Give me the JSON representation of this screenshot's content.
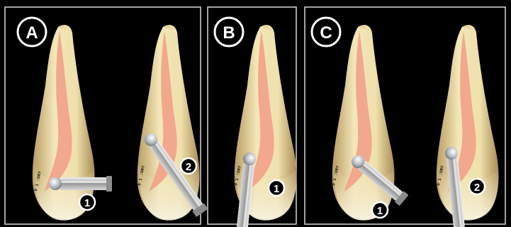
{
  "panels": [
    {
      "letter": "A",
      "teeth": [
        {
          "engraving": "9 1 :ORY",
          "steps": [
            "1"
          ]
        },
        {
          "engraving": "9 1 :ORY",
          "steps": [
            "2"
          ]
        }
      ]
    },
    {
      "letter": "B",
      "teeth": [
        {
          "engraving": "9 1 :ORY",
          "steps": [
            "1"
          ]
        }
      ]
    },
    {
      "letter": "C",
      "teeth": [
        {
          "engraving": "9 1 :ORY",
          "steps": [
            "1"
          ]
        },
        {
          "engraving": "9 1 :ORY",
          "steps": [
            "2"
          ]
        }
      ]
    }
  ],
  "colors": {
    "background": "#000000",
    "panel_border": "#d8d8d8",
    "tooth_enamel": "#efe1ad",
    "tooth_shadow": "#c9b27a",
    "pulp_canal": "#f0a48a",
    "bur_steel": "#c8c8c8",
    "bur_head": "#9aa0a8",
    "label_circle_fill": "#000000",
    "label_circle_stroke": "#ffffff",
    "label_text": "#ffffff"
  }
}
